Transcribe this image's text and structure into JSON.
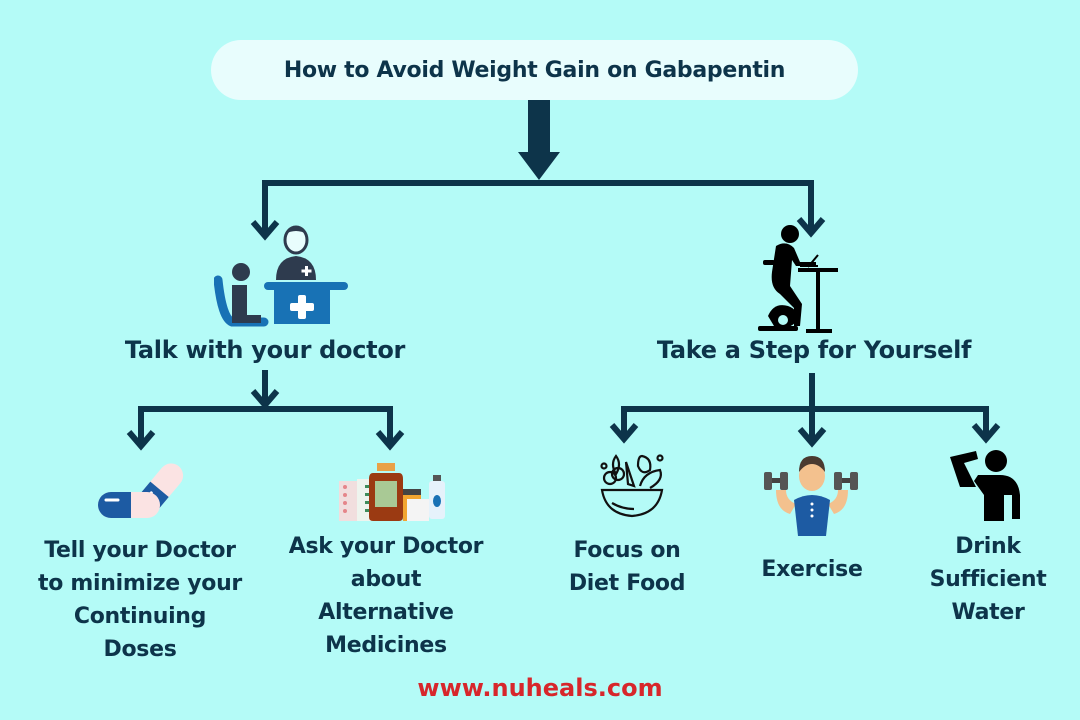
{
  "title": "How to Avoid Weight Gain on Gabapentin",
  "colors": {
    "background": "#b4fbf7",
    "title_pill": "#e8fdfd",
    "lines": "#0d344a",
    "text": "#0d344a",
    "footer": "#d7262b",
    "icon_blue": "#1872b5",
    "icon_dark": "#2e3b4e"
  },
  "branches": [
    {
      "label": "Talk with your doctor",
      "icon": "doctor-consultation-icon",
      "children": [
        {
          "label_lines": [
            "Tell your Doctor",
            "to minimize your",
            "Continuing",
            "Doses"
          ],
          "icon": "capsules-icon"
        },
        {
          "label_lines": [
            "Ask your Doctor",
            "about",
            "Alternative",
            "Medicines"
          ],
          "icon": "medicines-icon"
        }
      ]
    },
    {
      "label": "Take a Step for Yourself",
      "icon": "exercise-bike-desk-icon",
      "children": [
        {
          "label_lines": [
            "Focus on",
            "Diet Food"
          ],
          "icon": "salad-bowl-icon"
        },
        {
          "label_lines": [
            "Exercise"
          ],
          "icon": "dumbbell-man-icon"
        },
        {
          "label_lines": [
            "Drink",
            "Sufficient",
            "Water"
          ],
          "icon": "drinking-person-icon"
        }
      ]
    }
  ],
  "footer": "www.nuheals.com"
}
